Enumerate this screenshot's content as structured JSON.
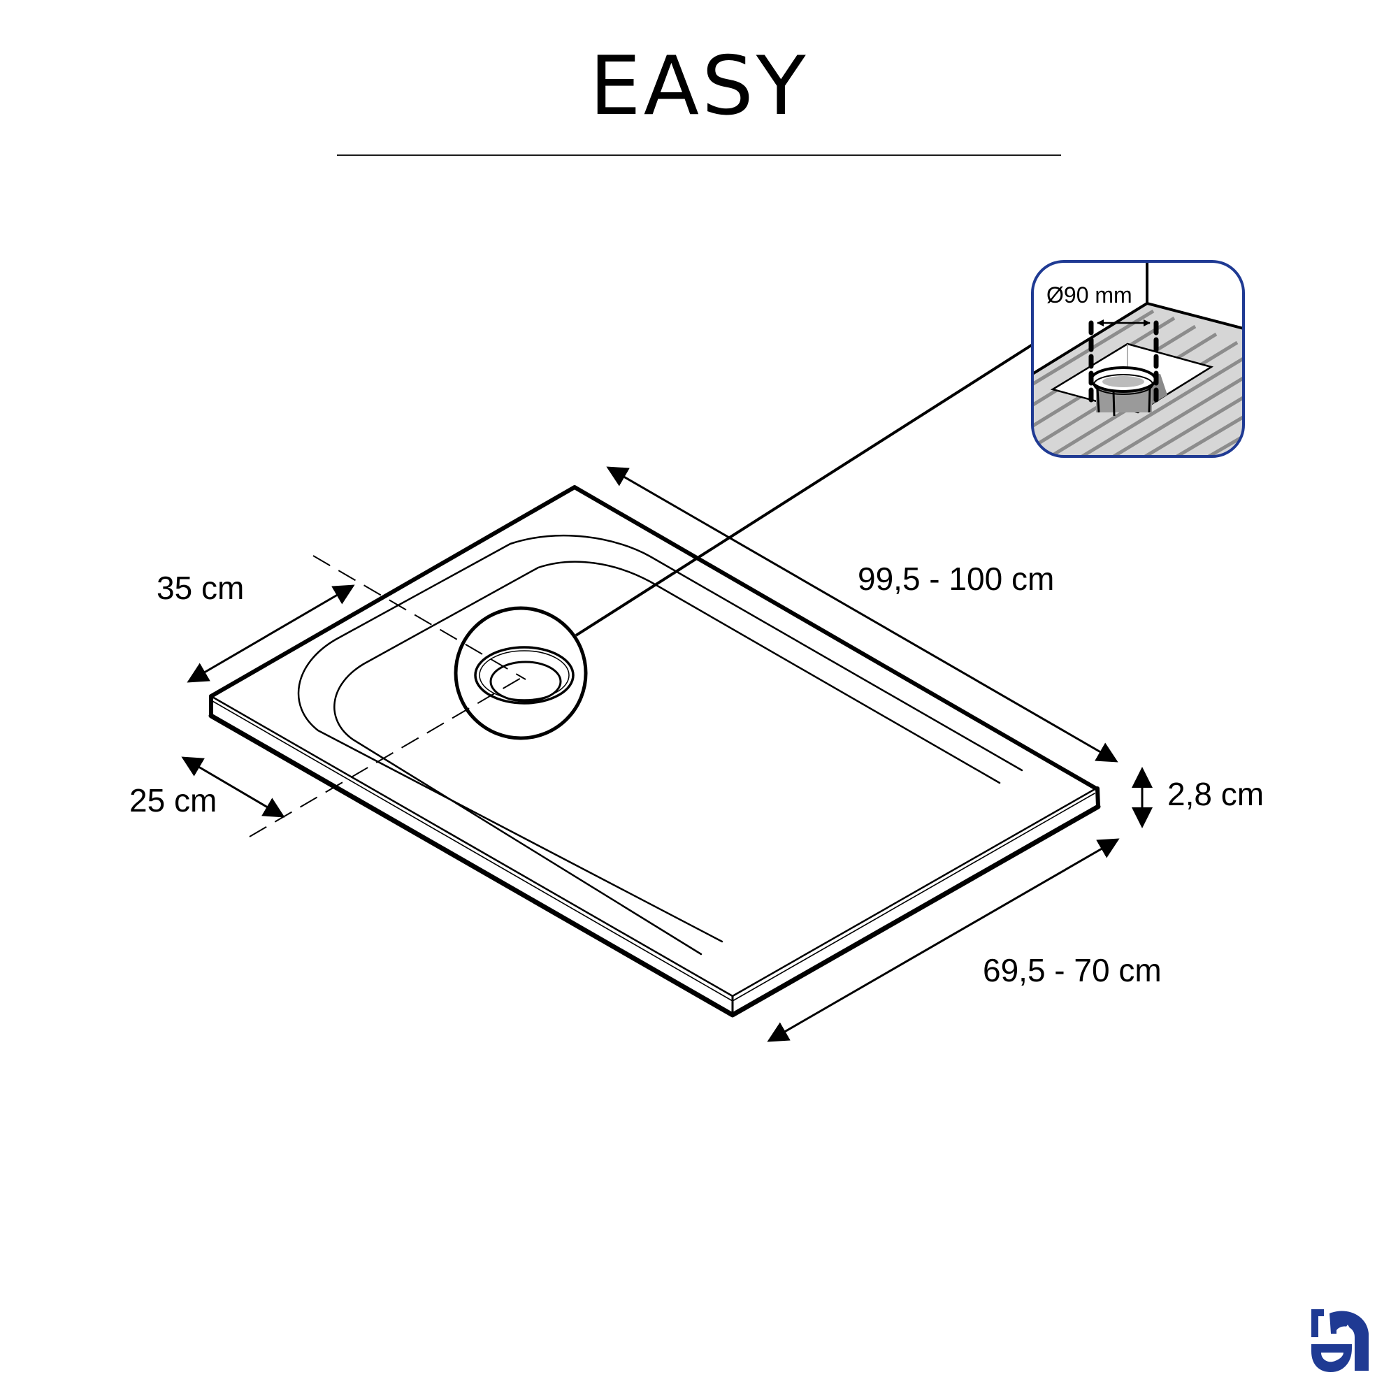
{
  "title": "EASY",
  "dimensions": {
    "drain_offset_long": "35 cm",
    "drain_offset_short": "25 cm",
    "length": "99,5 - 100 cm",
    "height": "2,8 cm",
    "width": "69,5 - 70 cm"
  },
  "inset": {
    "drain_diameter": "Ø90 mm",
    "border_color": "#1f3a93",
    "floor_color": "#d6d6d6",
    "stripe_color": "#8c8c8c"
  },
  "logo": {
    "color": "#1f3a93",
    "icon": "brand-logo-icon"
  },
  "colors": {
    "line": "#000000",
    "background": "#ffffff"
  }
}
